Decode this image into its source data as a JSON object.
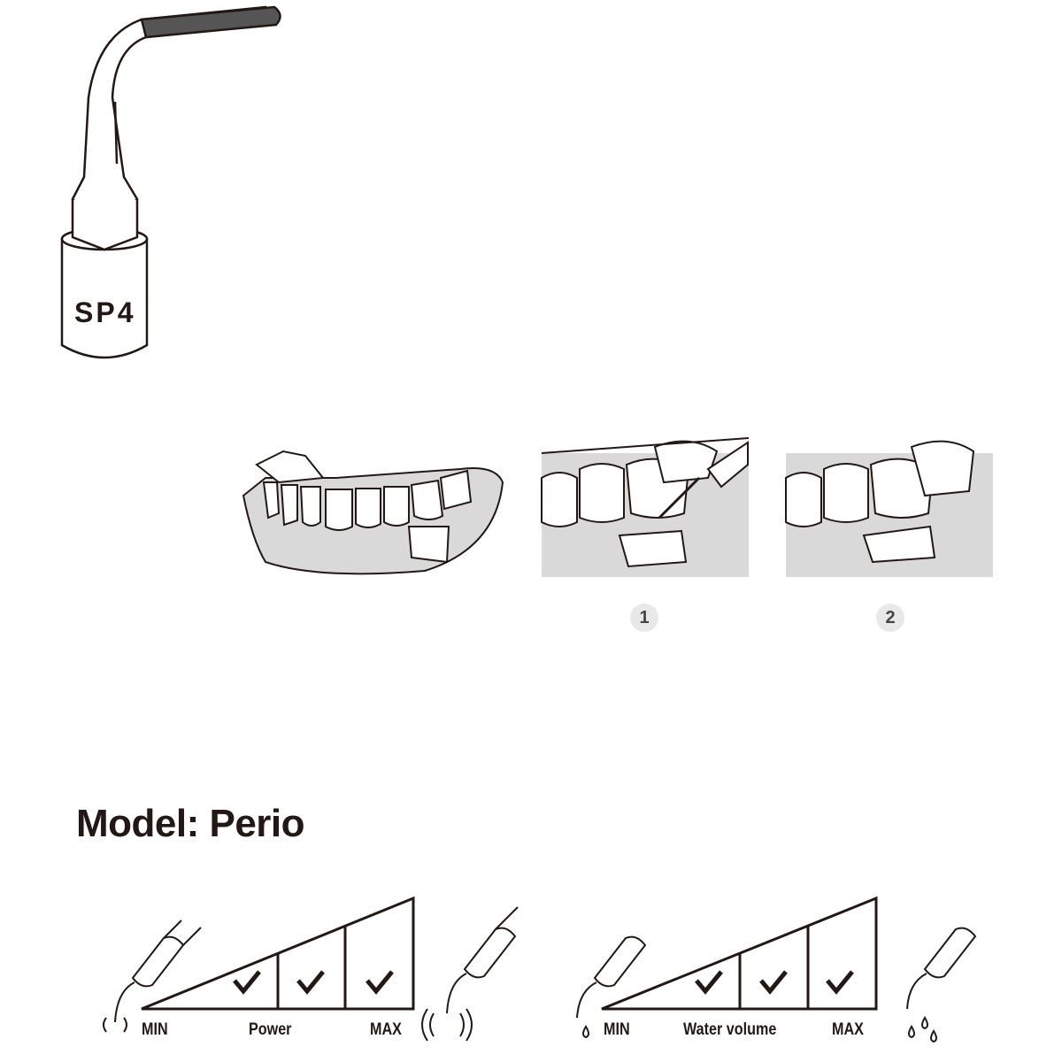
{
  "tip": {
    "code": "SP4"
  },
  "steps": [
    {
      "number": "1"
    },
    {
      "number": "2"
    }
  ],
  "model": {
    "title": "Model: Perio"
  },
  "power_scale": {
    "min_label": "MIN",
    "label": "Power",
    "max_label": "MAX",
    "checked_levels": 3
  },
  "water_scale": {
    "min_label": "MIN",
    "label": "Water volume",
    "max_label": "MAX",
    "checked_levels": 3
  },
  "colors": {
    "ink": "#231815",
    "gum": "#d9d9d9"
  }
}
